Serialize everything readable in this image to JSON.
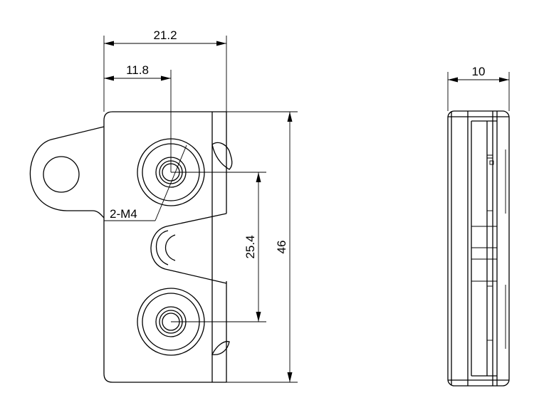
{
  "front_view": {
    "dim_total_width": "21.2",
    "dim_hole_offset": "11.8",
    "dim_hole_spacing": "25.4",
    "dim_height": "46",
    "thread_callout": "2-M4"
  },
  "side_view": {
    "dim_thickness": "10"
  }
}
